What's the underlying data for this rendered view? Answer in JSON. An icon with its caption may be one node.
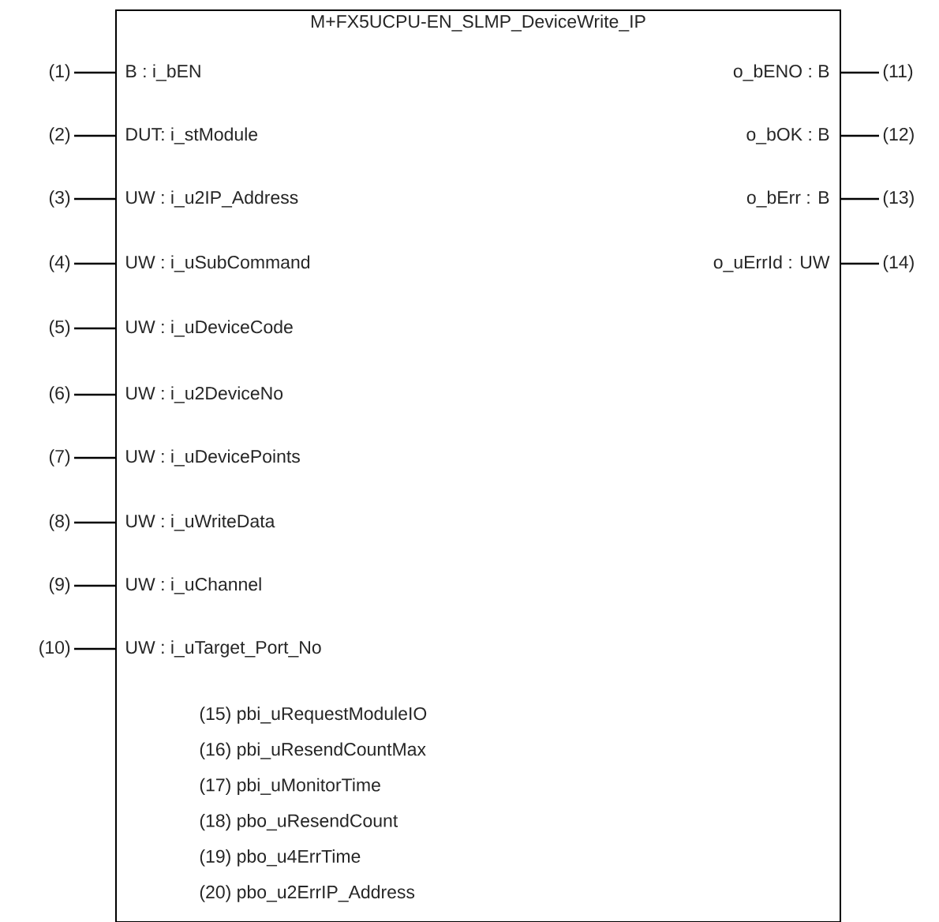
{
  "diagram": {
    "nodes": [
      {
        "text": [
          "M+FX5UCPU-EN_SLMP_DeviceWrite_IP"
        ]
      },
      {
        "text": [
          "(1)"
        ]
      },
      {
        "text": [
          "(2)"
        ]
      },
      {
        "text": [
          "(3)"
        ]
      },
      {
        "text": [
          "(4)"
        ]
      },
      {
        "text": [
          "(5)"
        ]
      },
      {
        "text": [
          "(6)"
        ]
      },
      {
        "text": [
          "(7)"
        ]
      },
      {
        "text": [
          "(8)"
        ]
      },
      {
        "text": [
          "(9)"
        ]
      },
      {
        "text": [
          "(10)"
        ]
      },
      {
        "text": [
          "(11)"
        ]
      },
      {
        "text": [
          "(12)"
        ]
      },
      {
        "text": [
          "(13)"
        ]
      },
      {
        "text": [
          "(14)"
        ]
      }
    ],
    "edges": [
      {
        "from": 1,
        "to": 0,
        "arrow": "none"
      },
      {
        "from": 2,
        "to": 0,
        "arrow": "none"
      },
      {
        "from": 3,
        "to": 0,
        "arrow": "none"
      },
      {
        "from": 4,
        "to": 0,
        "arrow": "none"
      },
      {
        "from": 5,
        "to": 0,
        "arrow": "none"
      },
      {
        "from": 6,
        "to": 0,
        "arrow": "none"
      },
      {
        "from": 7,
        "to": 0,
        "arrow": "none"
      },
      {
        "from": 8,
        "to": 0,
        "arrow": "none"
      },
      {
        "from": 9,
        "to": 0,
        "arrow": "none"
      },
      {
        "from": 10,
        "to": 0,
        "arrow": "none"
      },
      {
        "from": 0,
        "to": 11,
        "arrow": "none"
      },
      {
        "from": 0,
        "to": 12,
        "arrow": "none"
      },
      {
        "from": 0,
        "to": 13,
        "arrow": "none"
      },
      {
        "from": 0,
        "to": 14,
        "arrow": "none"
      }
    ],
    "labels": [
      "B   : i_bEN",
      "o_bENO :  B",
      "DUT: i_stModule",
      "o_bOK :  B",
      "UW : i_u2IP_Address",
      "o_bErr :  B",
      "UW : i_uSubCommand",
      "o_uErrId : UW",
      "UW : i_uDeviceCode",
      "UW : i_u2DeviceNo",
      "UW : i_uDevicePoints",
      "UW : i_uWriteData",
      "UW : i_uChannel",
      "UW : i_uTarget_Port_No",
      "(15) pbi_uRequestModuleIO",
      "(16) pbi_uResendCountMax",
      "(17) pbi_uMonitorTime",
      "(18) pbo_uResendCount",
      "(19) pbo_u4ErrTime",
      "(20) pbo_u2ErrIP_Address"
    ]
  }
}
